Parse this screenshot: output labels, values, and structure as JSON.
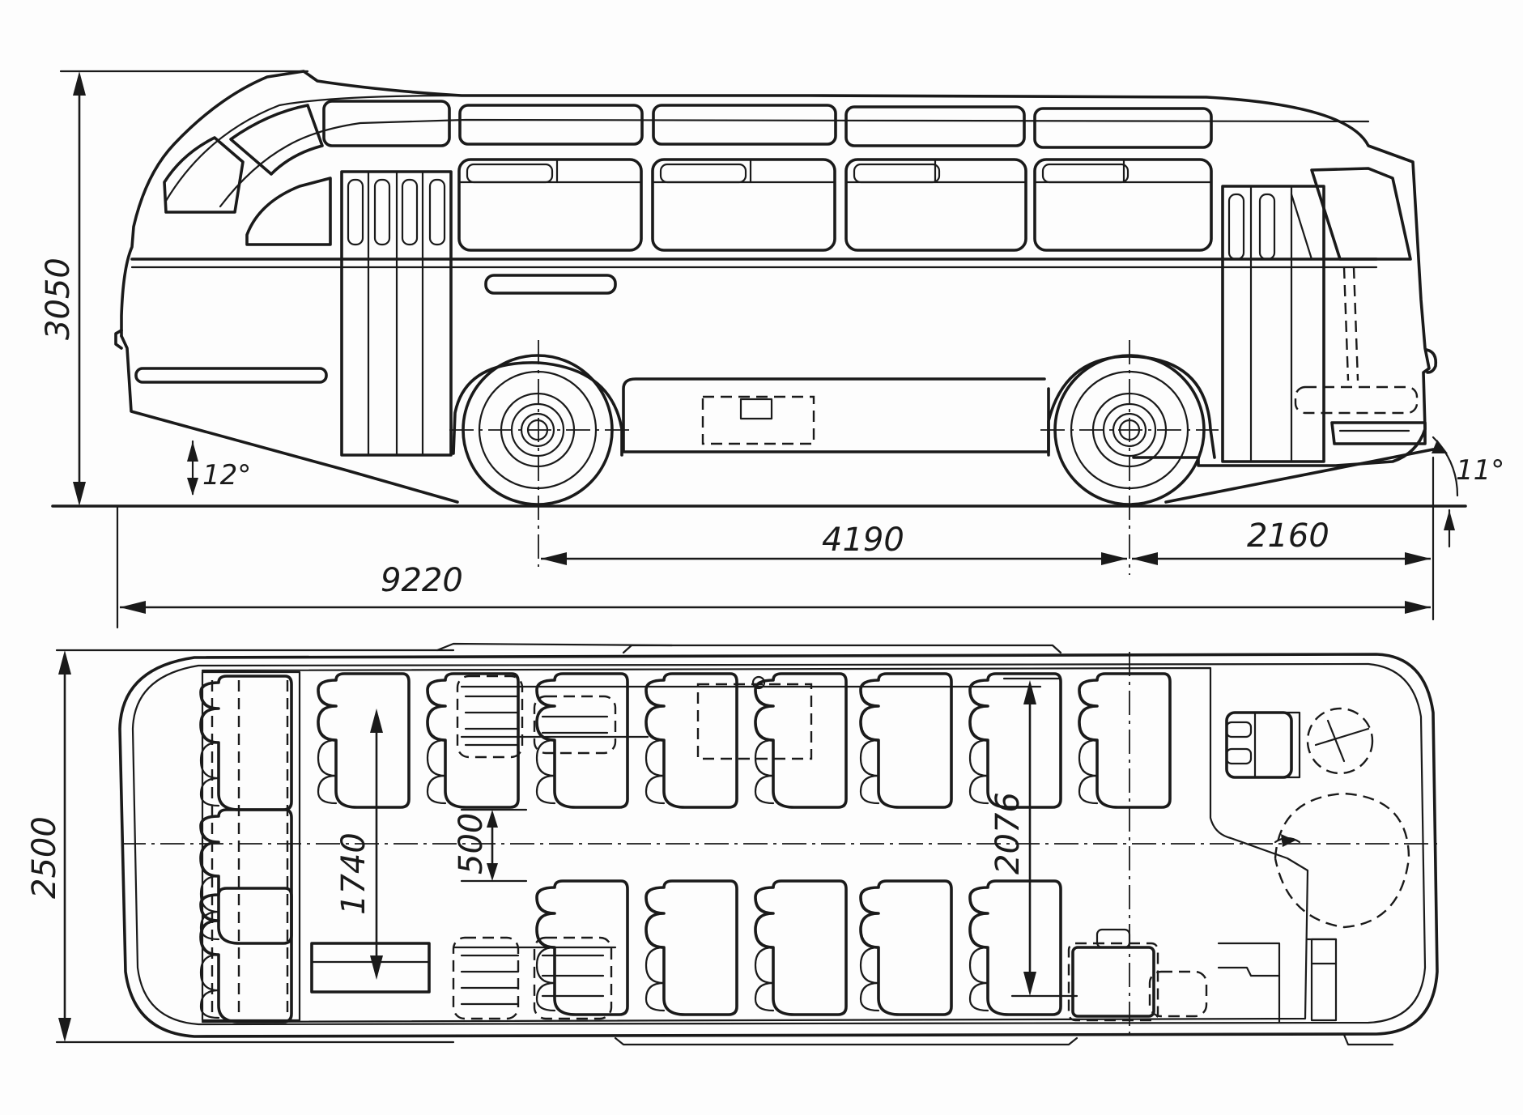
{
  "side_view": {
    "height": "3050",
    "approach_angle": "12°",
    "departure_angle": "11°",
    "wheelbase": "4190",
    "rear_overhang": "2160",
    "overall_length": "9220"
  },
  "plan_view": {
    "width": "2500",
    "dim_1740": "1740",
    "aisle_width": "500",
    "dim_2076": "2076"
  }
}
